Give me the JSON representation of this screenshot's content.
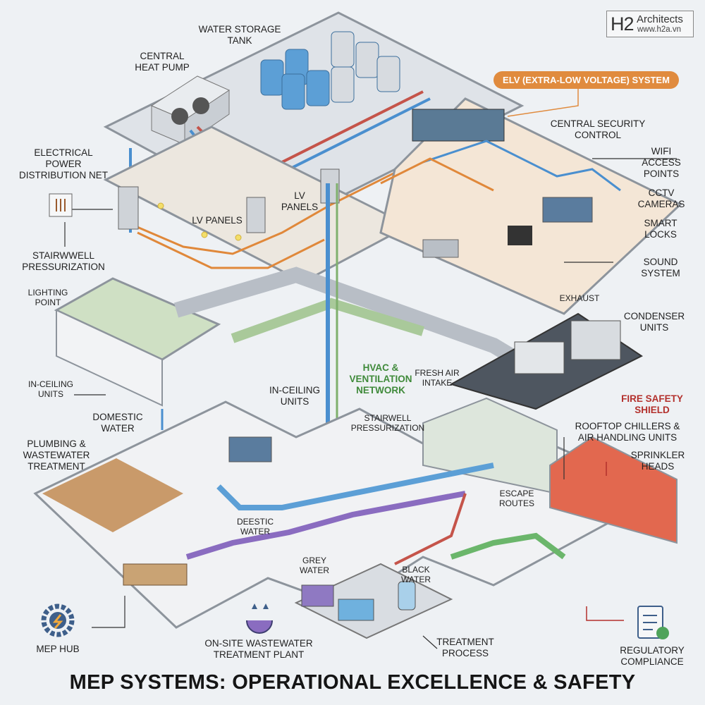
{
  "logo": {
    "mark": "H2",
    "name": "Architects",
    "url": "www.h2a.vn"
  },
  "title": "MEP SYSTEMS: OPERATIONAL EXCELLENCE & SAFETY",
  "colors": {
    "background": "#eef1f4",
    "elv": "#e08b3e",
    "hvac": "#3f8a3a",
    "fire": "#b3302c",
    "water_supply": "#4a8fcf",
    "wastewater": "#7a5fb0",
    "electrical": "#e0883a"
  },
  "labels": {
    "water_storage_tank": "WATER STORAGE\nTANK",
    "central_heat_pump": "CENTRAL\nHEAT PUMP",
    "electrical_power": "ELECTRICAL\nPOWER\nDISTRIBUTION NET",
    "lv_panels_1": "LV\nPANELS",
    "lv_panels_2": "LV PANELS",
    "stairwell_top": "STAIRWWELL\nPRESSURIZATION",
    "lighting_point": "LIGHTING\nPOINT",
    "elv_system": "ELV (EXTRA-LOW VOLTAGE) SYSTEM",
    "central_security": "CENTRAL SECURITY\nCONTROL",
    "wifi": "WIFI\nACCESS\nPOINTS",
    "cctv": "CCTV\nCAMERAS",
    "smart_locks": "SMART\nLOCKS",
    "sound_system": "SOUND\nSYSTEM",
    "exhaust": "EXHAUST",
    "condenser_units": "CONDENSER\nUNITS",
    "in_ceiling_left": "IN-CEILING\nUNITS",
    "hvac_network": "HVAC &\nVENTILATION\nNETWORK",
    "fresh_air": "FRESH AIR\nINTAKE",
    "in_ceiling_center": "IN-CEILING\nUNITS",
    "domestic_water": "DOMESTIC\nWATER",
    "stairwell_mid": "STAIRWELL\nPRESSURIZATION",
    "fire_safety": "FIRE SAFETY\nSHIELD",
    "rooftop_chillers": "ROOFTOP CHILLERS &\nAIR HANDLING UNITS",
    "sprinkler_heads": "SPRINKLER\nHEADS",
    "plumbing": "PLUMBING &\nWASTEWATER\nTREATMENT",
    "deestic_water": "DEESTIC\nWATER",
    "escape_routes": "ESCAPE\nROUTES",
    "grey_water": "GREY\nWATER",
    "black_water": "BLACK\nWATER",
    "mep_hub": "MEP HUB",
    "wastewater_plant": "ON-SITE WASTEWATER\nTREATMENT PLANT",
    "treatment_process": "TREATMENT\nPROCESS",
    "regulatory": "REGULATORY\nCOMPLIANCE"
  }
}
